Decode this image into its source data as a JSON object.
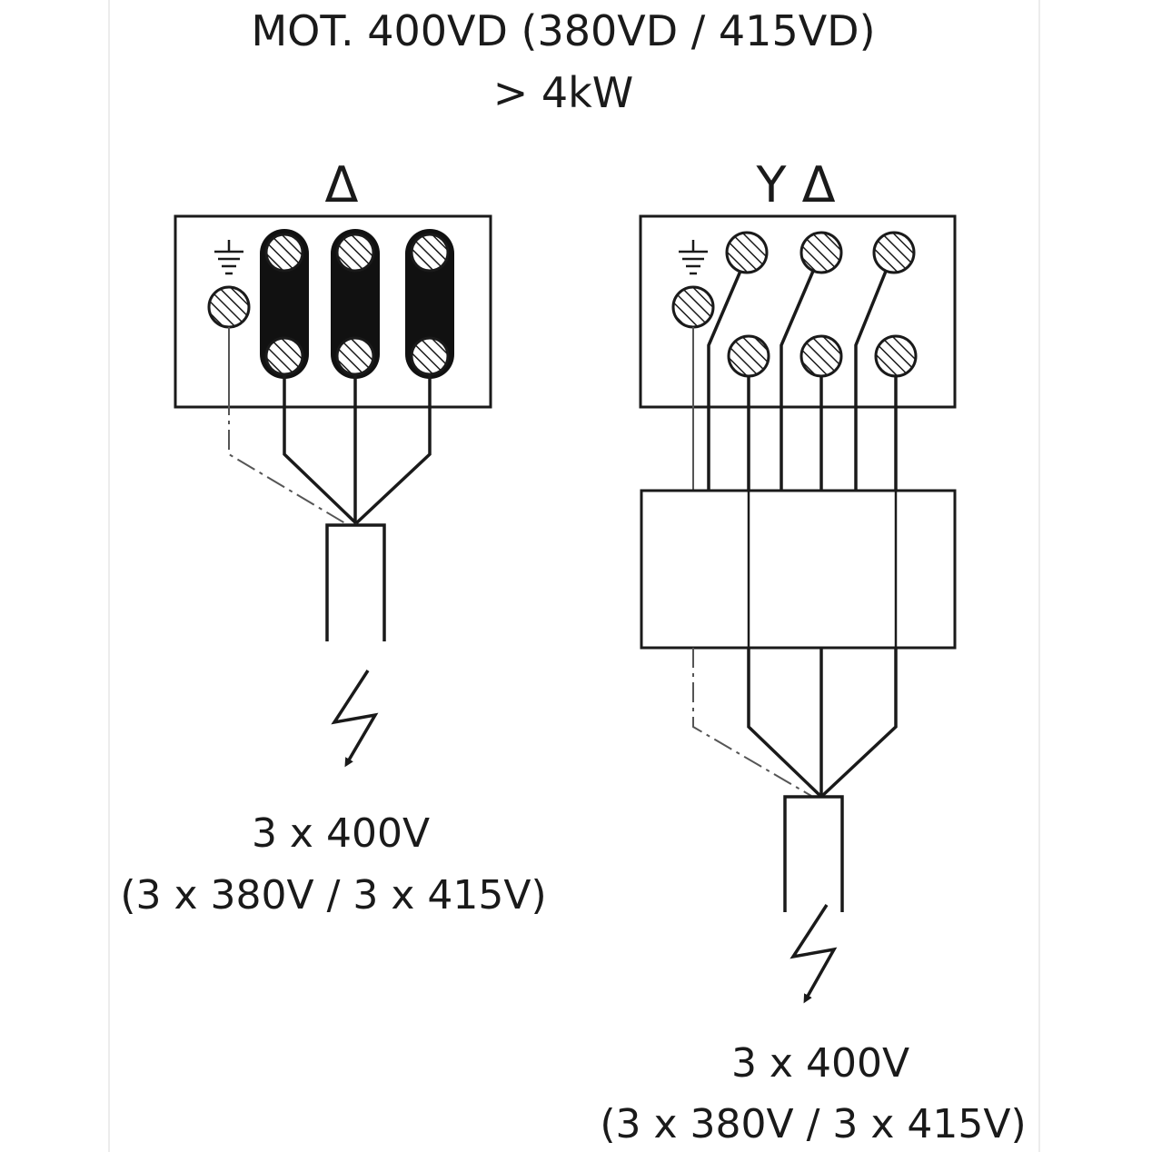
{
  "title": {
    "line1": "MOT. 400VD (380VD / 415VD)",
    "line2": "> 4kW"
  },
  "left_panel": {
    "connection_symbol": "Δ",
    "supply_line1": "3 x 400V",
    "supply_line2": "(3 x 380V / 3 x 415V)"
  },
  "right_panel": {
    "connection_symbol": "Y Δ",
    "supply_line1": "3 x 400V",
    "supply_line2": "(3 x 380V / 3 x 415V)"
  },
  "icons": [
    "ground-icon",
    "terminal-icon",
    "lightning-bolt-icon",
    "cable-icon",
    "starter-box"
  ]
}
